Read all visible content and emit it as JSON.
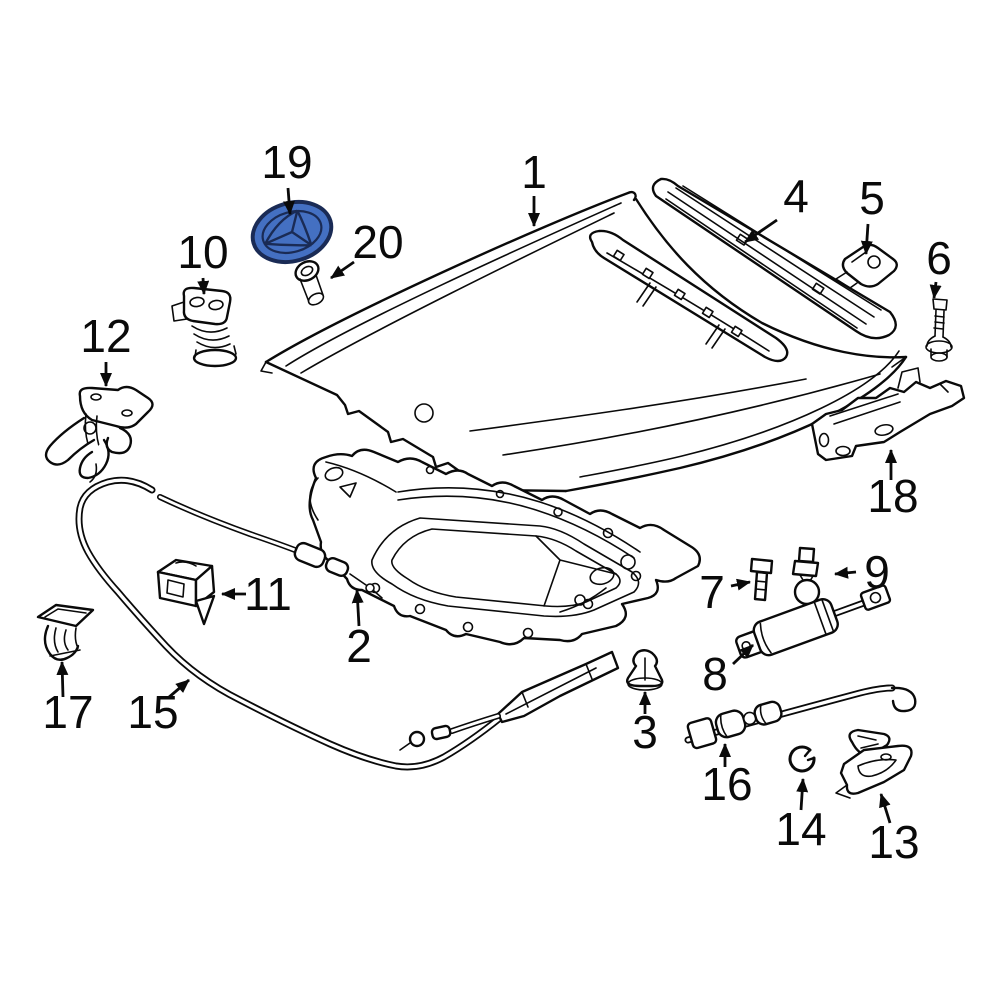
{
  "figure": {
    "kind": "exploded-parts-diagram",
    "subject": "vehicle hood assembly",
    "background_color": "#ffffff",
    "line_color": "#0a0a0a",
    "highlight_fill": "#4470C2",
    "highlight_stroke": "#1A2B55"
  },
  "callouts": [
    {
      "number": "1"
    },
    {
      "number": "2"
    },
    {
      "number": "3"
    },
    {
      "number": "4"
    },
    {
      "number": "5"
    },
    {
      "number": "6"
    },
    {
      "number": "7"
    },
    {
      "number": "8"
    },
    {
      "number": "9"
    },
    {
      "number": "10"
    },
    {
      "number": "11"
    },
    {
      "number": "12"
    },
    {
      "number": "13"
    },
    {
      "number": "14"
    },
    {
      "number": "15"
    },
    {
      "number": "16"
    },
    {
      "number": "17"
    },
    {
      "number": "18"
    },
    {
      "number": "19"
    },
    {
      "number": "20"
    }
  ]
}
